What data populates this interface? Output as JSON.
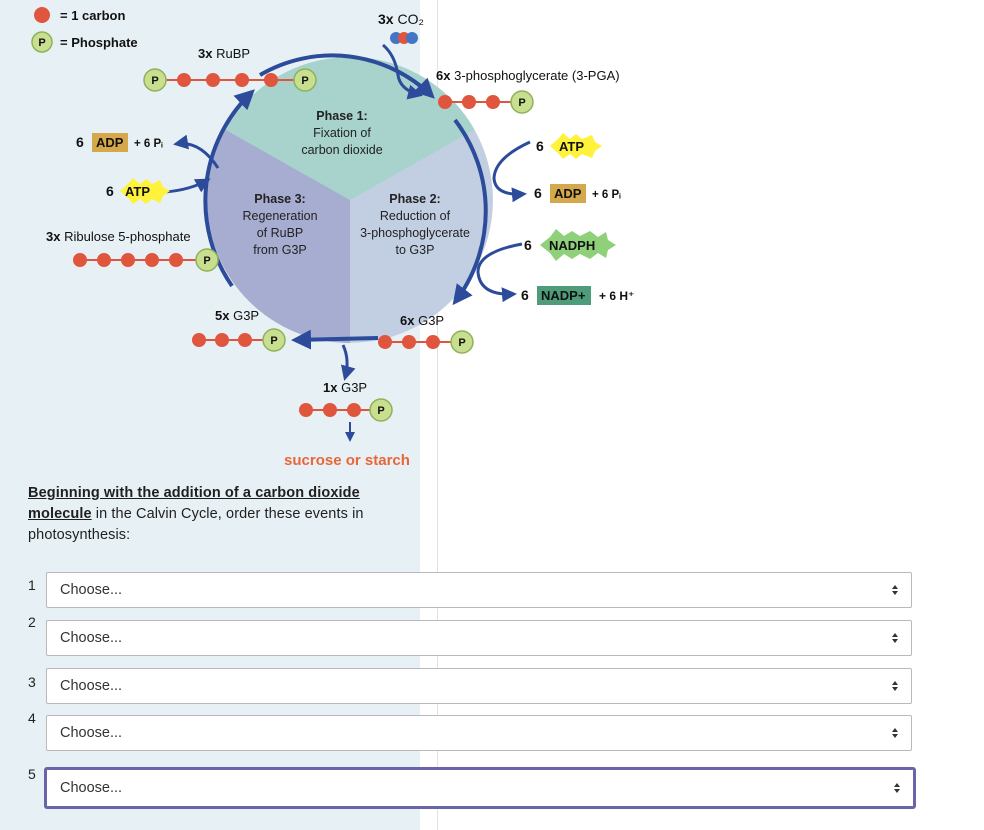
{
  "legend": {
    "carbon": "= 1 carbon",
    "phosphate": "= Phosphate",
    "p": "P"
  },
  "molecules": {
    "co2_count": "3x",
    "co2": "CO₂",
    "rubp_count": "3x",
    "rubp": "RuBP",
    "pga_count": "6x",
    "pga": "3-phosphoglycerate (3-PGA)",
    "r5p_count": "3x",
    "r5p": "Ribulose 5-phosphate",
    "g3p5_count": "5x",
    "g3p": "G3P",
    "g3p6_count": "6x",
    "g3p1_count": "1x",
    "product": "sucrose or starch"
  },
  "phases": {
    "phase1": {
      "title": "Phase 1:",
      "line1": "Fixation of",
      "line2": "carbon dioxide"
    },
    "phase2": {
      "title": "Phase 2:",
      "line1": "Reduction of",
      "line2": "3-phosphoglycerate",
      "line3": "to G3P"
    },
    "phase3": {
      "title": "Phase 3:",
      "line1": "Regeneration",
      "line2": "of RuBP",
      "line3": "from G3P"
    }
  },
  "energy": {
    "six": "6",
    "adp": "ADP",
    "pi": "+ 6 Pᵢ",
    "atp": "ATP",
    "nadph": "NADPH",
    "nadp": "NADP+",
    "h": "+ 6 H⁺"
  },
  "colors": {
    "carbon": "#e0553d",
    "phosphate": "#c7df8e",
    "arrow": "#2d4b9b",
    "phase1": "#a7d3cc",
    "phase2": "#c2cfe3",
    "phase3": "#a7add0",
    "product": "#e8663a",
    "adp_box": "#d6a84c",
    "atp_star": "#fff23a",
    "nadph_star": "#8fd07a",
    "nadp_box": "#4f9c7a",
    "co2_blue": "#4474c4"
  },
  "question": {
    "underlined": "Beginning with the addition of a carbon dioxide molecule",
    "rest": " in the Calvin Cycle, order these events in photosynthesis:"
  },
  "answers": [
    {
      "number": "1",
      "value": "Choose..."
    },
    {
      "number": "2",
      "value": "Choose..."
    },
    {
      "number": "3",
      "value": "Choose..."
    },
    {
      "number": "4",
      "value": "Choose..."
    },
    {
      "number": "5",
      "value": "Choose..."
    }
  ]
}
